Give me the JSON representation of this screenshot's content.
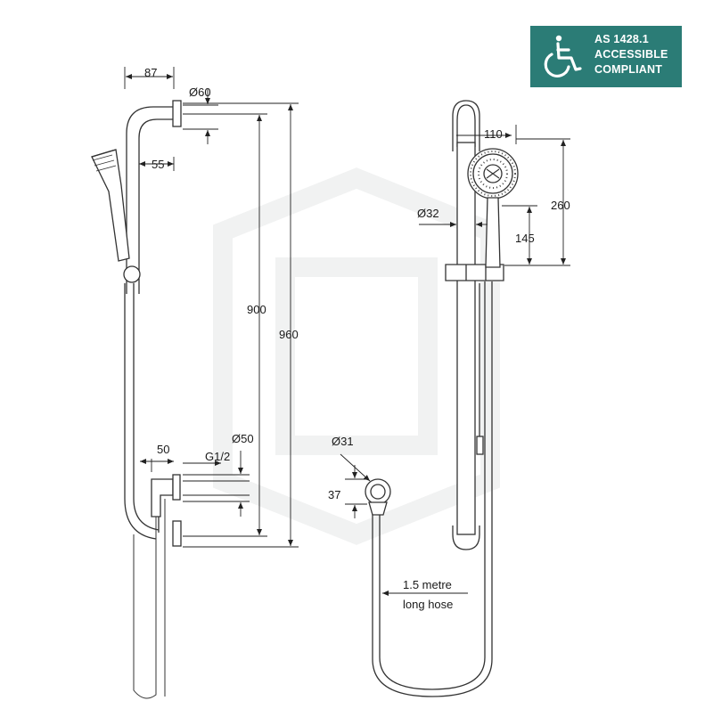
{
  "badge": {
    "icon": "wheelchair-icon",
    "line1": "AS 1428.1",
    "line2": "ACCESSIBLE",
    "line3": "COMPLIANT",
    "color": "#2b7c76"
  },
  "dimensions": {
    "top_bracket_width": "87",
    "top_bracket_diameter": "Ø60",
    "arm_offset": "55",
    "rail_center_height": "900",
    "overall_height": "960",
    "bottom_outlet_offset": "50",
    "thread_size": "G1/2",
    "bottom_bracket_diameter": "Ø50",
    "head_width": "110",
    "head_height": "260",
    "rail_diameter": "Ø32",
    "slider_to_head": "145",
    "wall_outlet_diameter": "Ø31",
    "wall_outlet_height": "37",
    "hose_line1": "1.5 metre",
    "hose_line2": "long hose"
  }
}
